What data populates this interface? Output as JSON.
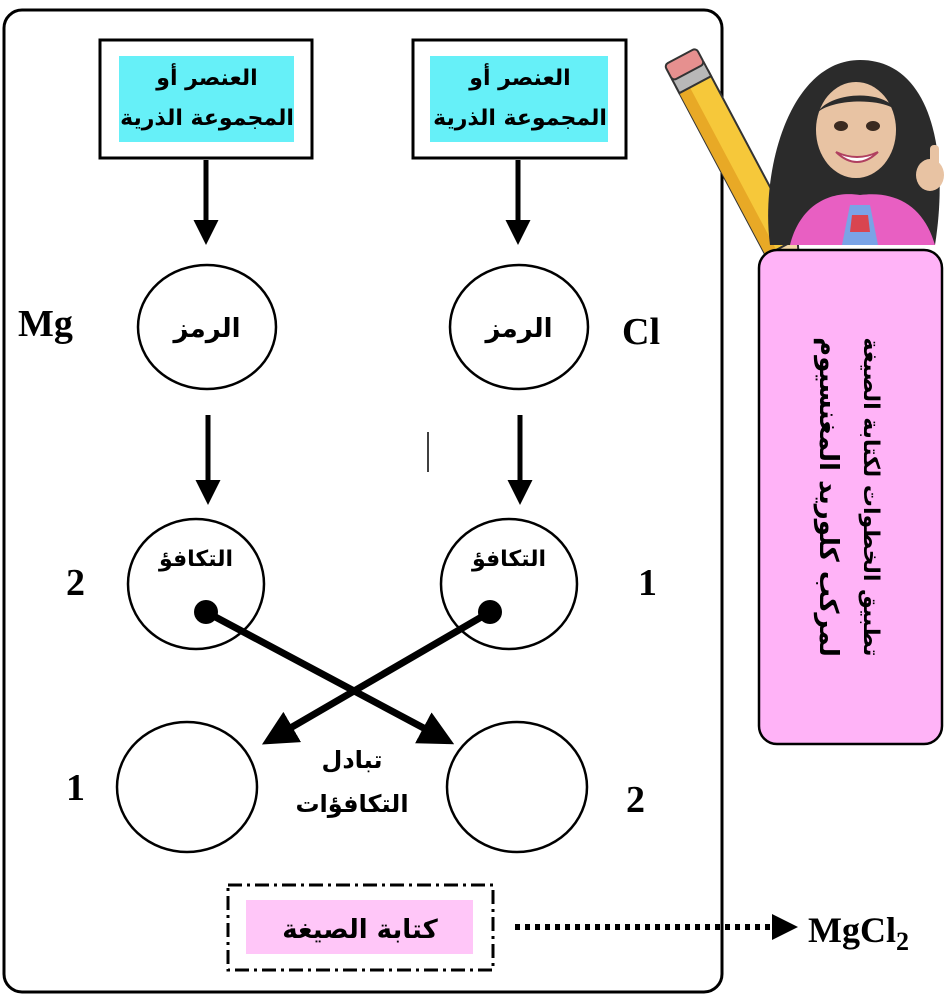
{
  "boxes": {
    "left_top": [
      "العنصر أو",
      "المجموعة الذرية"
    ],
    "right_top": [
      "العنصر أو",
      "المجموعة الذرية"
    ]
  },
  "circles": {
    "symbol_label": "الرمز",
    "valency_label": "التكافؤ"
  },
  "values": {
    "left_symbol": "Mg",
    "right_symbol": "Cl",
    "left_valency": "2",
    "right_valency": "1",
    "left_bottom": "1",
    "right_bottom": "2"
  },
  "exchange_label": [
    "تبادل",
    "التكافؤات"
  ],
  "formula_label": "كتابة الصيغة",
  "formula_result": {
    "base": "MgCl",
    "sub": "2"
  },
  "side_title": [
    "تطبيق الخطوات لكتابة الصيغة",
    "لمركب كلوريد المغنسيوم"
  ],
  "colors": {
    "cyan_box": "#66f0f8",
    "pink_box": "#ffb3f7",
    "light_pink_box": "#ffc6f8",
    "stroke": "#000000"
  },
  "icons": {
    "avatar": "bitmoji-teacher-with-pencil",
    "arrow": "arrow-down"
  }
}
